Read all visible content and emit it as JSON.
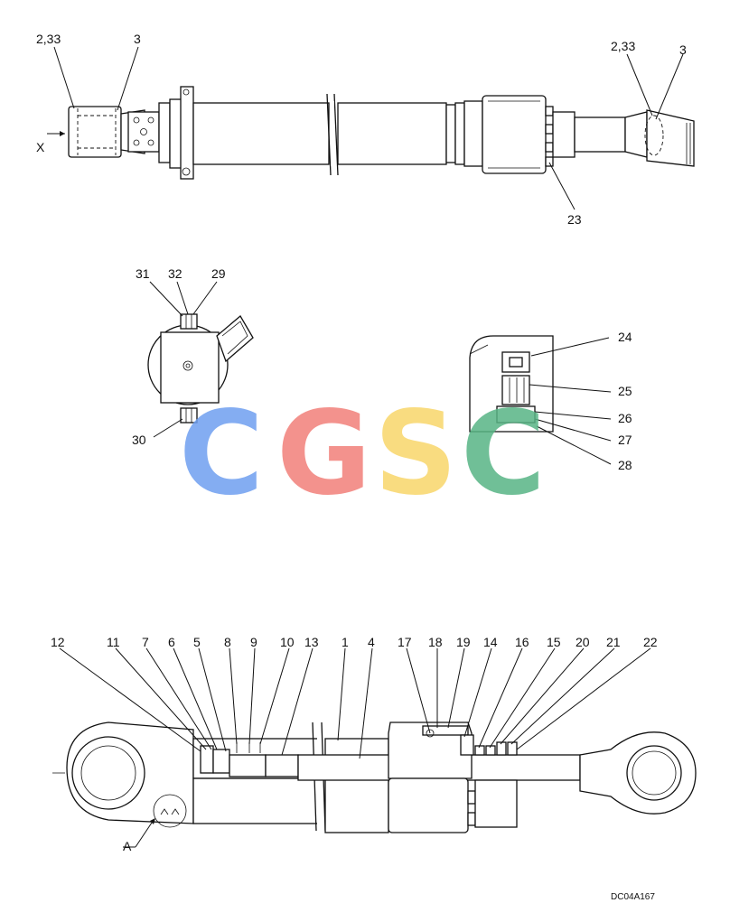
{
  "diagram": {
    "code": "DC04A167",
    "view_arrow": "X",
    "detail_label": "A",
    "watermark": {
      "letters": [
        "C",
        "G",
        "S",
        "C"
      ],
      "colors": [
        "#6f9ff0",
        "#f2807a",
        "#f8d66a",
        "#58b585"
      ]
    },
    "top_view_callouts": [
      "2,33",
      "3",
      "2,33",
      "3",
      "23"
    ],
    "end_view_callouts": [
      "31",
      "32",
      "29",
      "30"
    ],
    "detail_callouts": [
      "24",
      "25",
      "26",
      "27",
      "28"
    ],
    "section_callouts": [
      "12",
      "11",
      "7",
      "6",
      "5",
      "8",
      "9",
      "10",
      "13",
      "1",
      "4",
      "17",
      "18",
      "19",
      "14",
      "16",
      "15",
      "20",
      "21",
      "22"
    ]
  }
}
